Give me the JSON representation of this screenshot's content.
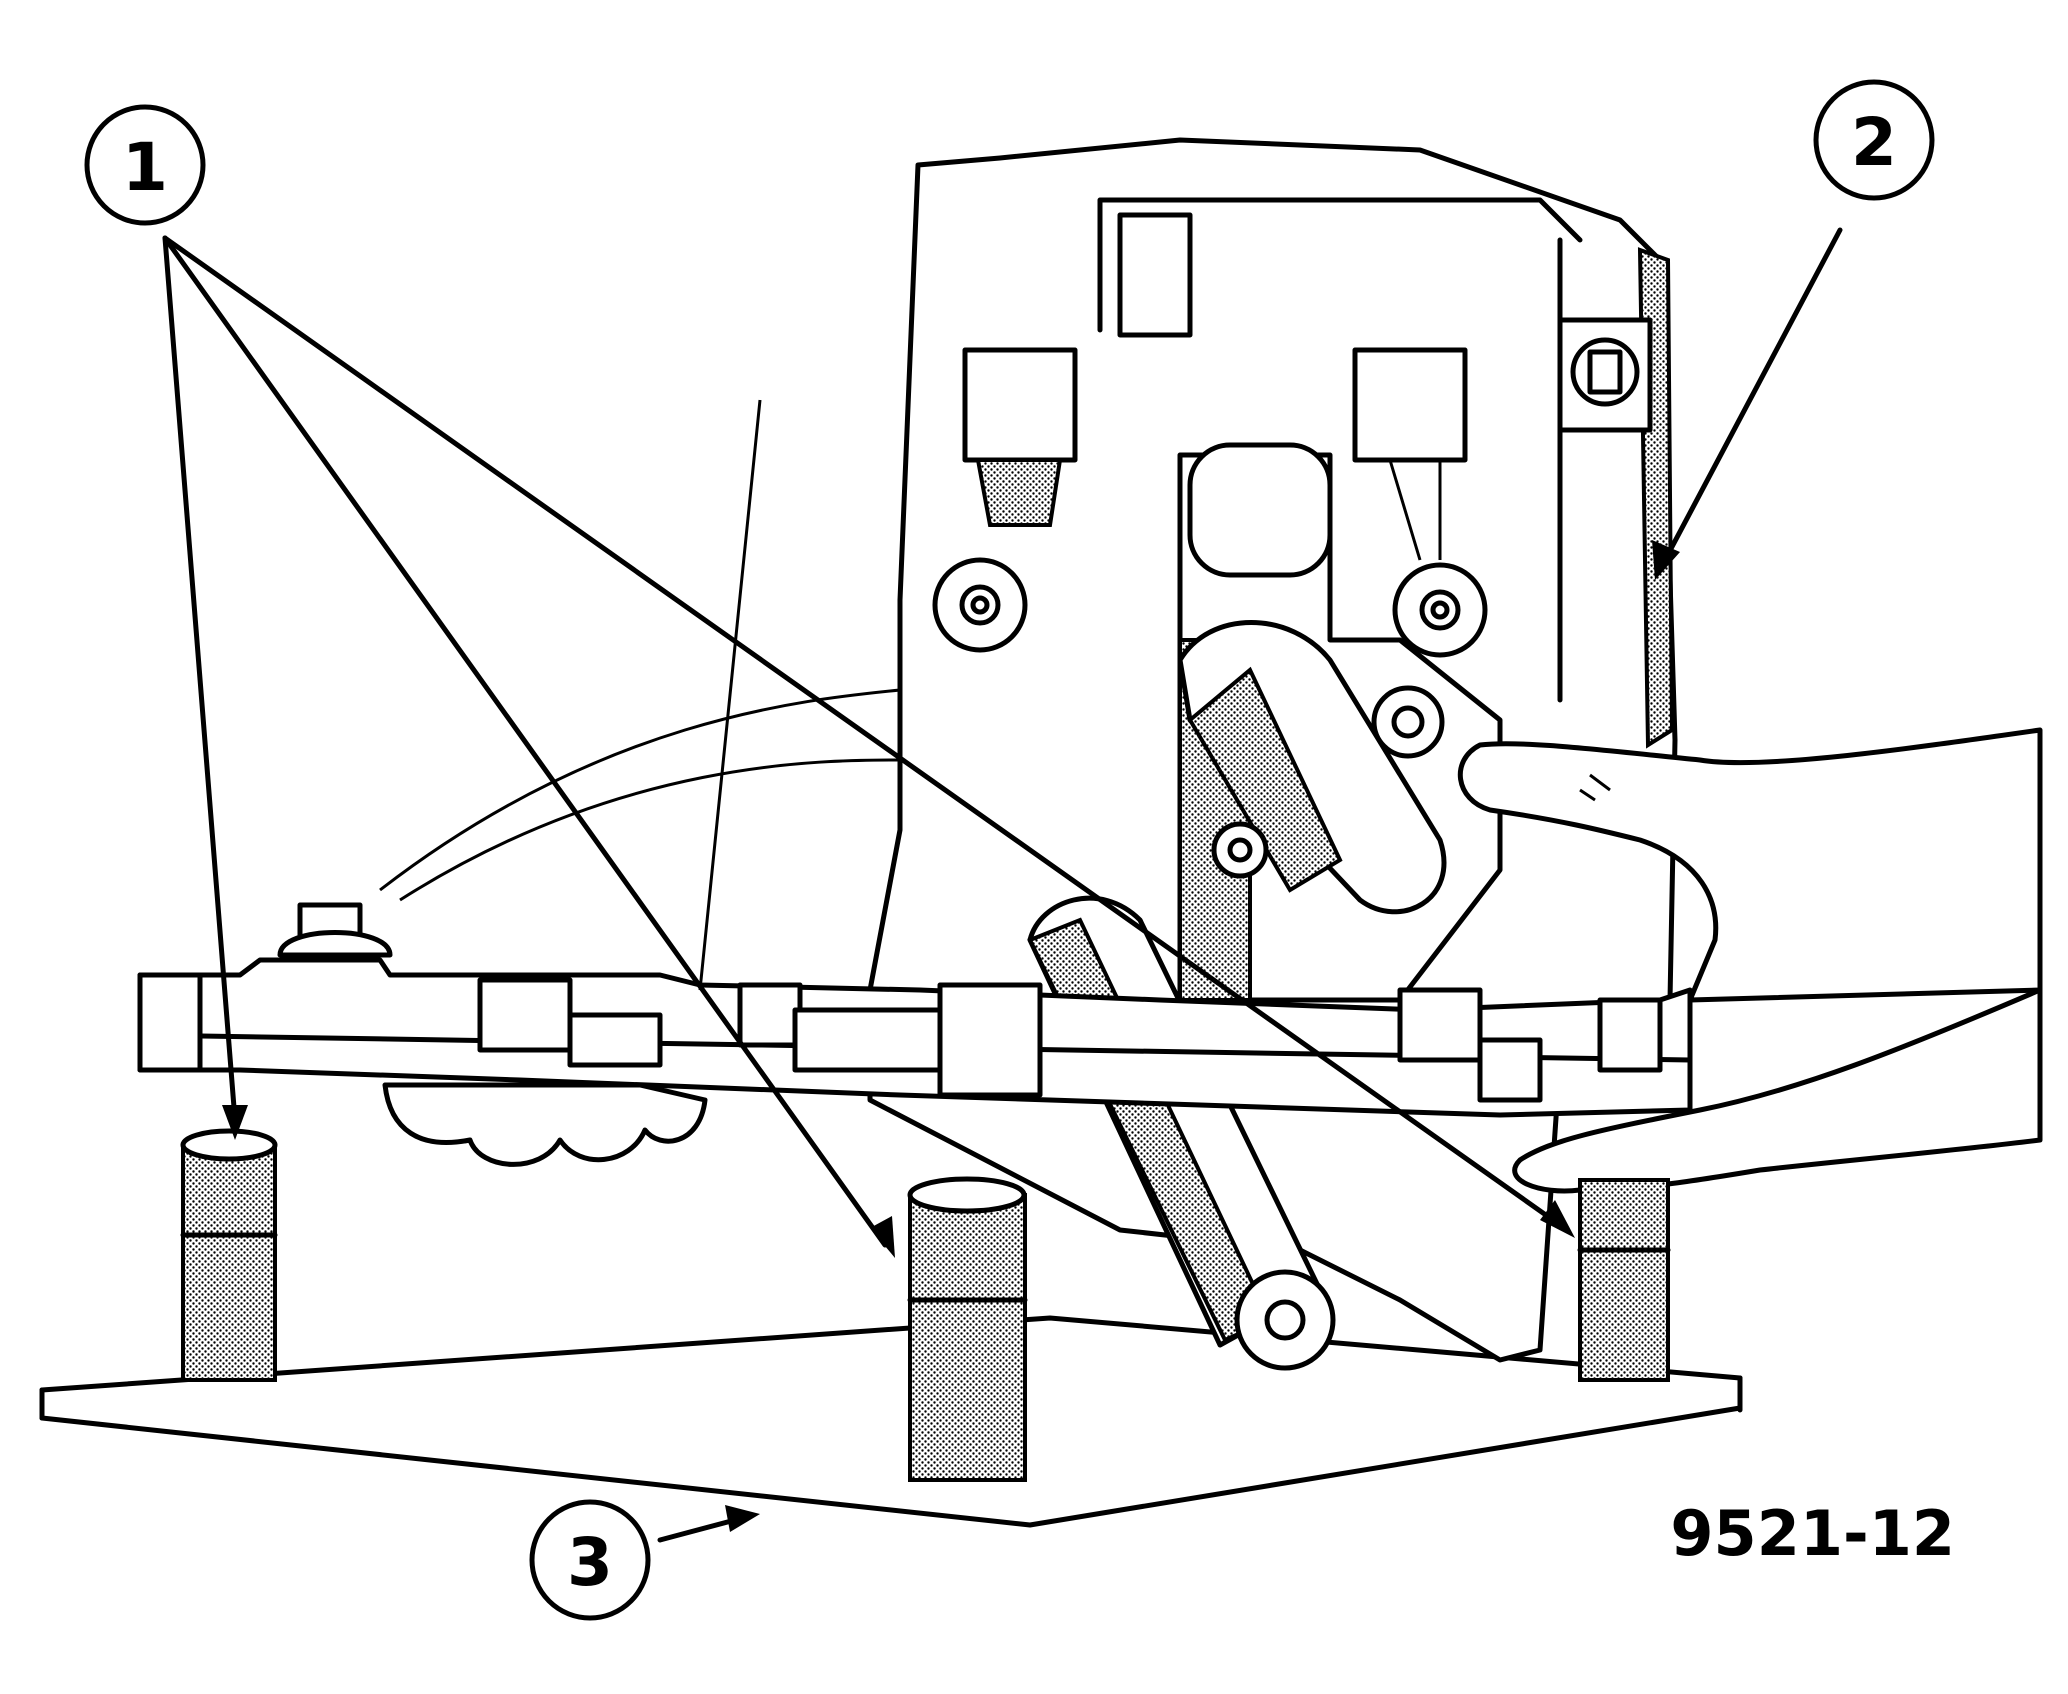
{
  "figure": {
    "id_label": "9521-12",
    "callouts": [
      {
        "number": "1"
      },
      {
        "number": "2"
      },
      {
        "number": "3"
      }
    ],
    "ink_color": "#000000",
    "paper_color": "#ffffff"
  }
}
